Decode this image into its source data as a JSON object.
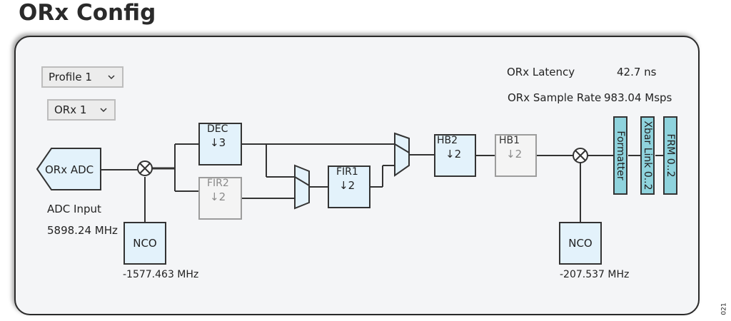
{
  "page": {
    "title": "ORx Config",
    "figure_number": "021"
  },
  "controls": {
    "profile_select": {
      "value": "Profile 1"
    },
    "orx_select": {
      "value": "ORx 1"
    }
  },
  "metrics": {
    "latency": {
      "label": "ORx Latency",
      "value": "42.7 ns"
    },
    "sample_rate": {
      "label": "ORx Sample Rate",
      "value": "983.04 Msps"
    }
  },
  "diagram": {
    "adc": {
      "label": "ORx ADC",
      "input_label": "ADC Input",
      "input_freq": "5898.24 MHz"
    },
    "nco_in": {
      "label": "NCO",
      "freq": "-1577.463 MHz"
    },
    "nco_out": {
      "label": "NCO",
      "freq": "-207.537 MHz"
    },
    "blocks": {
      "dec": {
        "name": "DEC",
        "factor": "3",
        "enabled": true
      },
      "fir2": {
        "name": "FIR2",
        "factor": "2",
        "enabled": false
      },
      "fir1": {
        "name": "FIR1",
        "factor": "2",
        "enabled": true
      },
      "hb2": {
        "name": "HB2",
        "factor": "2",
        "enabled": true
      },
      "hb1": {
        "name": "HB1",
        "factor": "2",
        "enabled": false
      }
    },
    "outputs": {
      "formatter": "Formatter",
      "xbar": "Xbar Link 0..2",
      "frm": "FRM 0..2"
    },
    "decimate_symbol": "↓"
  }
}
